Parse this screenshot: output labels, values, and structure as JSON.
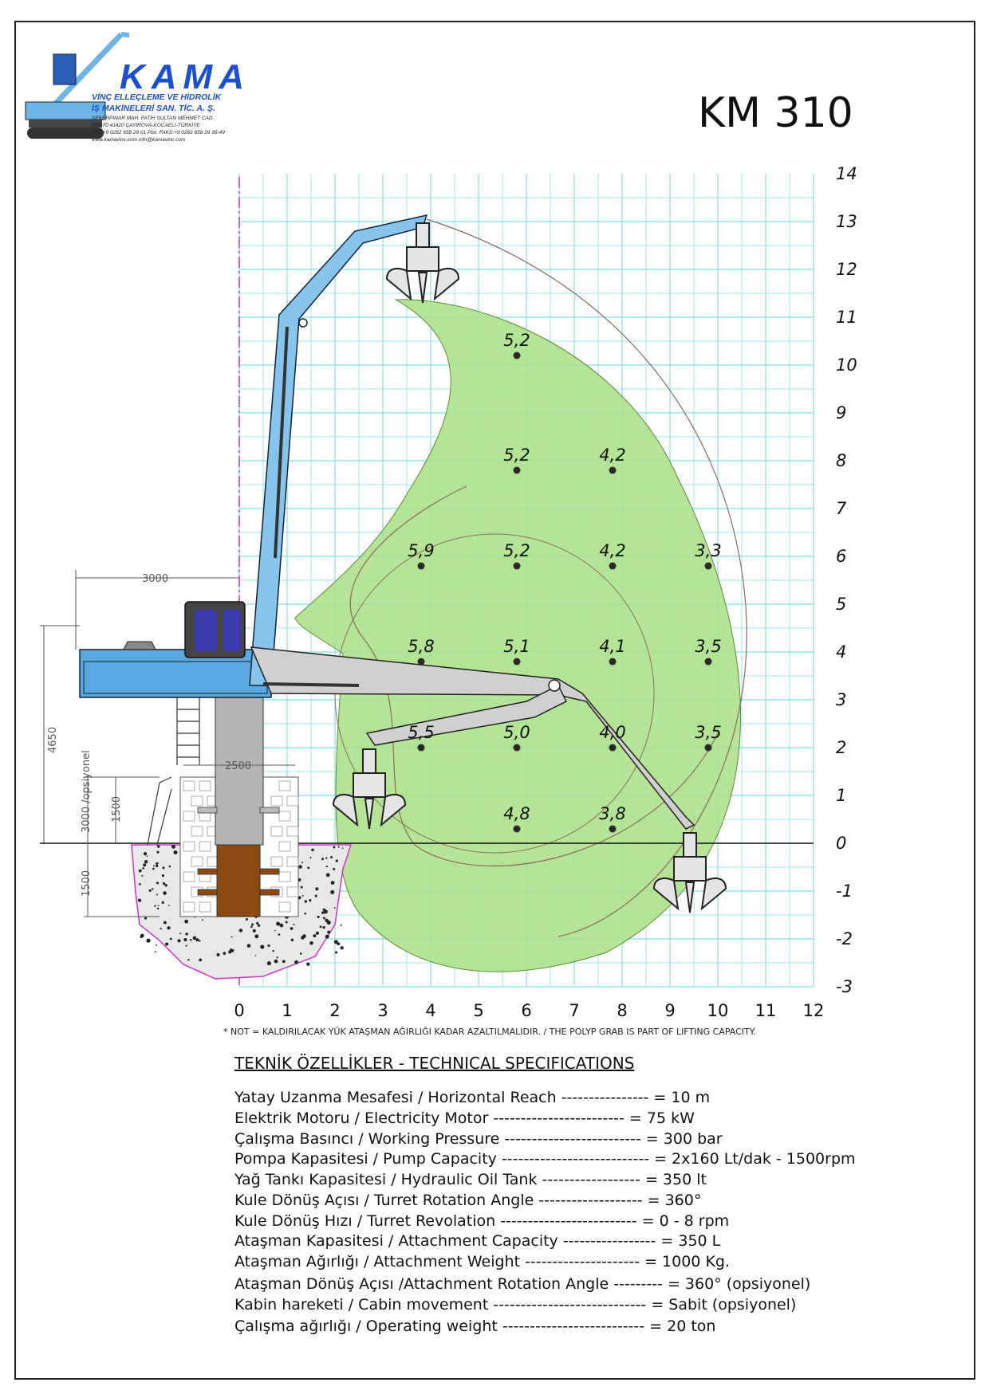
{
  "logo": {
    "brand": "KAMA",
    "line1": "VİNÇ ELLEÇLEME VE HİDROLİK",
    "line2": "İŞ MAKİNELERİ SAN. TİC. A. Ş.",
    "addr1": "ŞEKERPINAR MAH. FATİH SULTAN MEHMET CAD.",
    "addr2": "NO=70        41420 ÇAYIROVA-KOCAELİ-TÜRKİYE",
    "phone": "TEL:+9 0262 658 29 01 Pbx. FAKS:+9 0262 658 29 39-49",
    "web": "www.kamavinc.com        info@kamavinc.com"
  },
  "model": "KM 310",
  "chart_data": {
    "type": "scatter",
    "x_ticks": [
      "0",
      "1",
      "2",
      "3",
      "4",
      "5",
      "6",
      "7",
      "8",
      "9",
      "10",
      "11",
      "12"
    ],
    "y_ticks": [
      "14",
      "13",
      "12",
      "11",
      "10",
      "9",
      "8",
      "7",
      "6",
      "5",
      "4",
      "3",
      "2",
      "1",
      "0",
      "-1",
      "-2",
      "-3"
    ],
    "xlim": [
      0,
      12
    ],
    "ylim": [
      -3,
      14
    ],
    "grid": true,
    "points": [
      {
        "x": 5.8,
        "y": 10.2,
        "label": "5,2"
      },
      {
        "x": 5.8,
        "y": 7.8,
        "label": "5,2"
      },
      {
        "x": 7.8,
        "y": 7.8,
        "label": "4,2"
      },
      {
        "x": 3.8,
        "y": 5.8,
        "label": "5,9"
      },
      {
        "x": 5.8,
        "y": 5.8,
        "label": "5,2"
      },
      {
        "x": 7.8,
        "y": 5.8,
        "label": "4,2"
      },
      {
        "x": 9.8,
        "y": 5.8,
        "label": "3,3"
      },
      {
        "x": 3.8,
        "y": 3.8,
        "label": "5,8"
      },
      {
        "x": 5.8,
        "y": 3.8,
        "label": "5,1"
      },
      {
        "x": 7.8,
        "y": 3.8,
        "label": "4,1"
      },
      {
        "x": 9.8,
        "y": 3.8,
        "label": "3,5"
      },
      {
        "x": 3.8,
        "y": 2.0,
        "label": "5,5"
      },
      {
        "x": 5.8,
        "y": 2.0,
        "label": "5,0"
      },
      {
        "x": 7.8,
        "y": 2.0,
        "label": "4,0"
      },
      {
        "x": 9.8,
        "y": 2.0,
        "label": "3,5"
      },
      {
        "x": 5.8,
        "y": 0.3,
        "label": "4,8"
      },
      {
        "x": 7.8,
        "y": 0.3,
        "label": "3,8"
      }
    ],
    "dimensions": {
      "dim_3000": "3000",
      "dim_2500": "2500",
      "dim_4650": "4650",
      "dim_3000_opt": "3000 /opsiyonel",
      "dim_1500_a": "1500",
      "dim_1500_b": "1500"
    },
    "colors": {
      "grid": "#7fe3ec",
      "envelope": "#a8df85",
      "boom": "#86c4ec",
      "machine": "#5aa8e0",
      "column": "#b0b0b0",
      "pile": "#8a4a12",
      "ground_edge": "#cc33cc"
    }
  },
  "note": "* NOT = KALDIRILACAK YÜK ATAŞMAN AĞIRLIĞI KADAR AZALTILMALIDIR. / THE POLYP GRAB IS PART OF LIFTING CAPACITY.",
  "specs": {
    "title": "TEKNİK ÖZELLİKLER - TECHNICAL SPECIFICATIONS",
    "rows": [
      "Yatay Uzanma Mesafesi / Horizontal Reach ---------------- = 10 m",
      "Elektrik Motoru / Electricity Motor ------------------------ = 75 kW",
      "Çalışma Basıncı / Working Pressure ------------------------- = 300 bar",
      "Pompa Kapasitesi / Pump Capacity --------------------------- = 2x160 Lt/dak - 1500rpm",
      "Yağ Tankı Kapasitesi / Hydraulic Oil Tank ------------------ = 350 lt",
      "Kule Dönüş Açısı / Turret Rotation Angle ------------------- = 360°",
      "Kule Dönüş Hızı / Turret Revolation ------------------------- = 0 - 8 rpm",
      "Ataşman Kapasitesi / Attachment Capacity ----------------- = 350 L",
      "Ataşman Ağırlığı / Attachment Weight --------------------- = 1000 Kg.",
      "Ataşman Dönüş Açısı /Attachment Rotation Angle --------- = 360° (opsiyonel)",
      "Kabin hareketi / Cabin movement ---------------------------- = Sabit (opsiyonel)",
      "Çalışma ağırlığı / Operating weight -------------------------- = 20 ton"
    ]
  }
}
